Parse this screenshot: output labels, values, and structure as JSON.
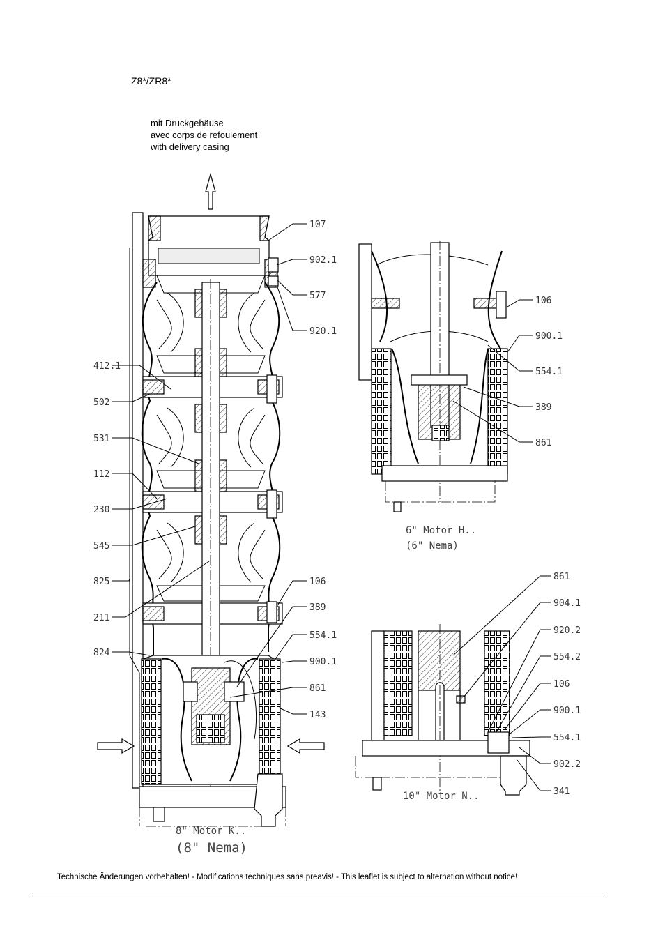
{
  "header": {
    "model": "Z8*/ZR8*",
    "casing_lines": [
      "mit Druckgehäuse",
      "avec corps de refoulement",
      "with delivery casing"
    ]
  },
  "main_view": {
    "left_labels": [
      "412.1",
      "502",
      "531",
      "112",
      "230",
      "545",
      "825",
      "211",
      "824"
    ],
    "right_labels": [
      "107",
      "902.1",
      "577",
      "920.1",
      "106",
      "389",
      "554.1",
      "900.1",
      "861",
      "143"
    ],
    "caption_1": "8\" Motor K..",
    "caption_2": "(8\" Nema)"
  },
  "view_6in": {
    "labels": [
      "106",
      "900.1",
      "554.1",
      "389",
      "861"
    ],
    "caption_1": "6\" Motor H..",
    "caption_2": "(6\" Nema)"
  },
  "view_10in": {
    "labels": [
      "861",
      "904.1",
      "920.2",
      "554.2",
      "106",
      "900.1",
      "554.1",
      "902.2",
      "341"
    ],
    "caption": "10\" Motor N.."
  },
  "footer": {
    "notice": "Technische Änderungen vorbehalten! - Modifications techniques sans preavis! - This leaflet is subject to alternation without notice!"
  }
}
